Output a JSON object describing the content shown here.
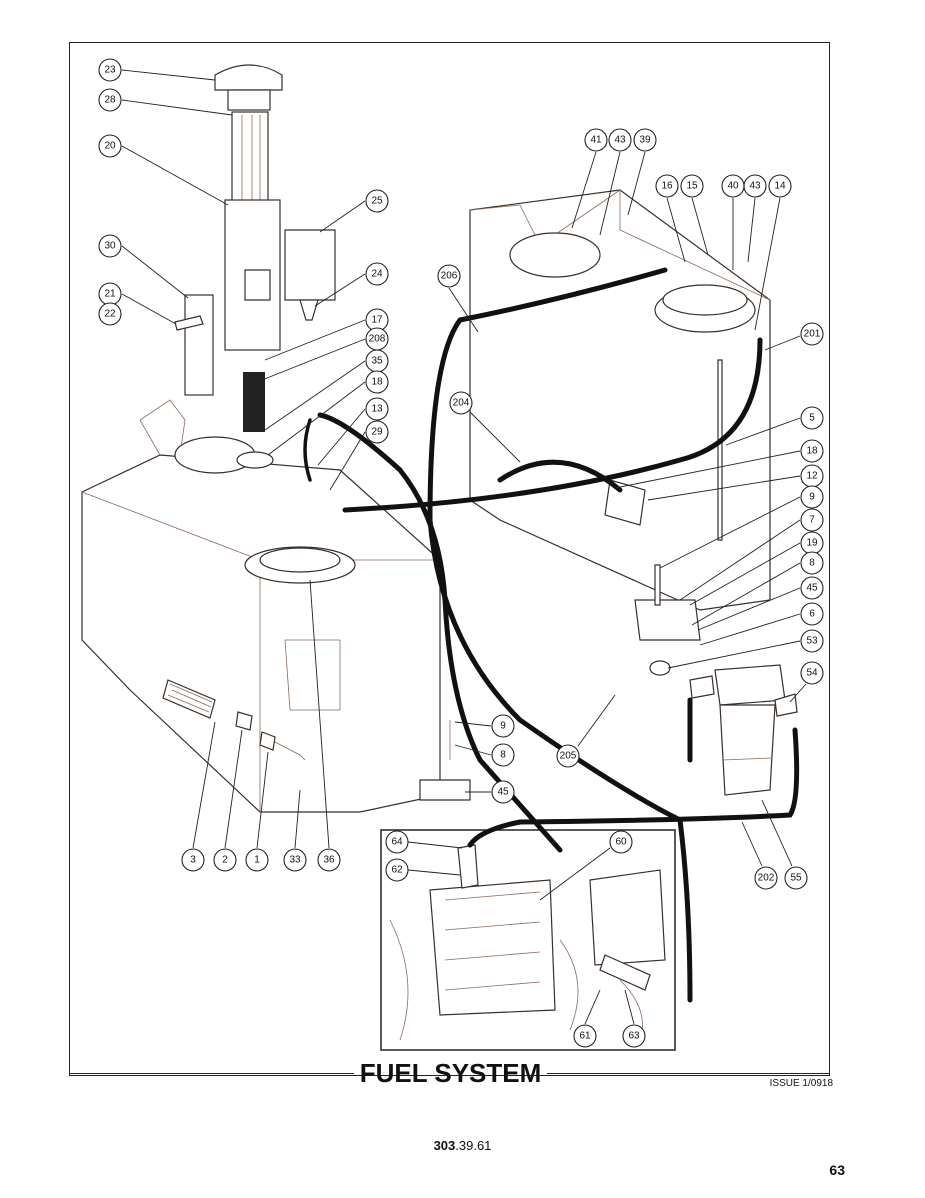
{
  "page": {
    "title": "FUEL SYSTEM",
    "issue": "ISSUE 1/0918",
    "doc_number_bold": "303",
    "doc_number_rest": ".39.61",
    "page_number": "63"
  },
  "callouts": [
    {
      "id": "c23",
      "label": "23"
    },
    {
      "id": "c28",
      "label": "28"
    },
    {
      "id": "c20",
      "label": "20"
    },
    {
      "id": "c25",
      "label": "25"
    },
    {
      "id": "c30",
      "label": "30"
    },
    {
      "id": "c24",
      "label": "24"
    },
    {
      "id": "c21",
      "label": "21"
    },
    {
      "id": "c22",
      "label": "22"
    },
    {
      "id": "c17",
      "label": "17"
    },
    {
      "id": "c208",
      "label": "208"
    },
    {
      "id": "c35",
      "label": "35"
    },
    {
      "id": "c18a",
      "label": "18"
    },
    {
      "id": "c13",
      "label": "13"
    },
    {
      "id": "c29",
      "label": "29"
    },
    {
      "id": "c41",
      "label": "41"
    },
    {
      "id": "c43a",
      "label": "43"
    },
    {
      "id": "c39",
      "label": "39"
    },
    {
      "id": "c16",
      "label": "16"
    },
    {
      "id": "c15",
      "label": "15"
    },
    {
      "id": "c40",
      "label": "40"
    },
    {
      "id": "c43b",
      "label": "43"
    },
    {
      "id": "c14",
      "label": "14"
    },
    {
      "id": "c206",
      "label": "206"
    },
    {
      "id": "c201",
      "label": "201"
    },
    {
      "id": "c204",
      "label": "204"
    },
    {
      "id": "c5",
      "label": "5"
    },
    {
      "id": "c18b",
      "label": "18"
    },
    {
      "id": "c12",
      "label": "12"
    },
    {
      "id": "c9a",
      "label": "9"
    },
    {
      "id": "c7",
      "label": "7"
    },
    {
      "id": "c19",
      "label": "19"
    },
    {
      "id": "c8a",
      "label": "8"
    },
    {
      "id": "c45a",
      "label": "45"
    },
    {
      "id": "c6",
      "label": "6"
    },
    {
      "id": "c53",
      "label": "53"
    },
    {
      "id": "c54",
      "label": "54"
    },
    {
      "id": "c9b",
      "label": "9"
    },
    {
      "id": "c8b",
      "label": "8"
    },
    {
      "id": "c45b",
      "label": "45"
    },
    {
      "id": "c205",
      "label": "205"
    },
    {
      "id": "c3",
      "label": "3"
    },
    {
      "id": "c2",
      "label": "2"
    },
    {
      "id": "c1",
      "label": "1"
    },
    {
      "id": "c33",
      "label": "33"
    },
    {
      "id": "c36",
      "label": "36"
    },
    {
      "id": "c202",
      "label": "202"
    },
    {
      "id": "c55",
      "label": "55"
    },
    {
      "id": "c64",
      "label": "64"
    },
    {
      "id": "c62",
      "label": "62"
    },
    {
      "id": "c60",
      "label": "60"
    },
    {
      "id": "c61",
      "label": "61"
    },
    {
      "id": "c63",
      "label": "63"
    }
  ]
}
